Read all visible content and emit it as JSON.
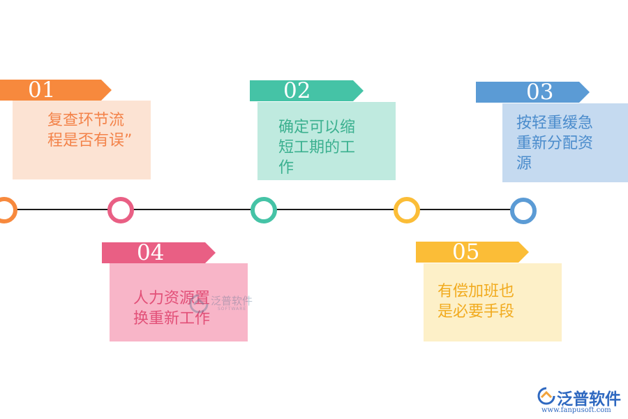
{
  "steps": [
    {
      "num": "01",
      "text": "复查环节流程是否有误”",
      "color": "#f7893d",
      "fill": "#fce3d3"
    },
    {
      "num": "02",
      "text": "确定可以缩短工期的工作",
      "color": "#45c3a6",
      "fill": "#bfeadf"
    },
    {
      "num": "03",
      "text": "按轻重缓急重新分配资源",
      "color": "#5b9bd5",
      "fill": "#c5daf0"
    },
    {
      "num": "04",
      "text": "人力资源置换重新工作",
      "color": "#e95f84",
      "fill": "#f8b5c8"
    },
    {
      "num": "05",
      "text": "有偿加班也是必要手段",
      "color": "#fbbd37",
      "fill": "#fdf0c8"
    }
  ],
  "watermark": {
    "text": "泛普软件",
    "sub": "SOFTWARE"
  },
  "logo": {
    "brand": "泛普软件",
    "url": "www.fanpusoft.com",
    "icon": "fanpu-logo-icon"
  }
}
